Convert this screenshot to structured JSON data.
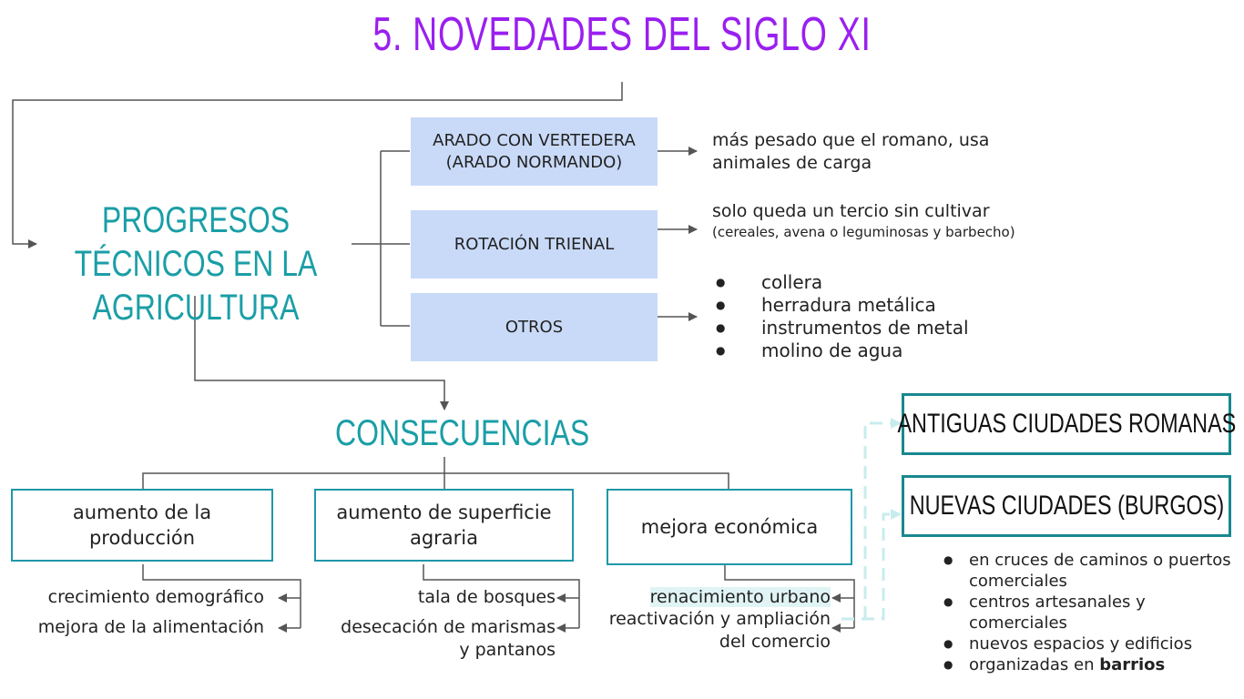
{
  "title": "5. NOVEDADES DEL SIGLO XI",
  "main_topic": "PROGRESOS TÉCNICOS EN LA AGRICULTURA",
  "techniques": [
    {
      "label": "ARADO CON VERTEDERA (ARADO NORMANDO)",
      "description": "más pesado que el romano, usa animales de carga"
    },
    {
      "label": "ROTACIÓN TRIENAL",
      "description": "solo queda un tercio sin cultivar",
      "note": "(cereales, avena o leguminosas y barbecho)"
    },
    {
      "label": "OTROS",
      "items": [
        "collera",
        "herradura metálica",
        "instrumentos de metal",
        "molino de agua"
      ]
    }
  ],
  "consequences_title": "CONSECUENCIAS",
  "consequences": [
    {
      "label": "aumento de la producción",
      "effects": [
        "crecimiento demográfico",
        "mejora de la alimentación"
      ]
    },
    {
      "label": "aumento de superficie agraria",
      "effects": [
        "tala de bosques",
        "desecación de marismas y pantanos"
      ]
    },
    {
      "label": "mejora económica",
      "effects": [
        "renacimiento urbano",
        "reactivación y ampliación del comercio"
      ]
    }
  ],
  "cities": {
    "old": "ANTIGUAS CIUDADES ROMANAS",
    "new": "NUEVAS CIUDADES (BURGOS)",
    "features": [
      "en cruces de caminos o puertos comerciales",
      "centros artesanales y comerciales",
      "nuevos espacios y edificios",
      "organizadas en "
    ],
    "features_bold": "barrios"
  },
  "colors": {
    "title": "#9a1ff0",
    "teal": "#1a9ea6",
    "box_fill": "#c9daf8",
    "box_border": "#1e98a8",
    "highlight": "#e1f4f5"
  }
}
